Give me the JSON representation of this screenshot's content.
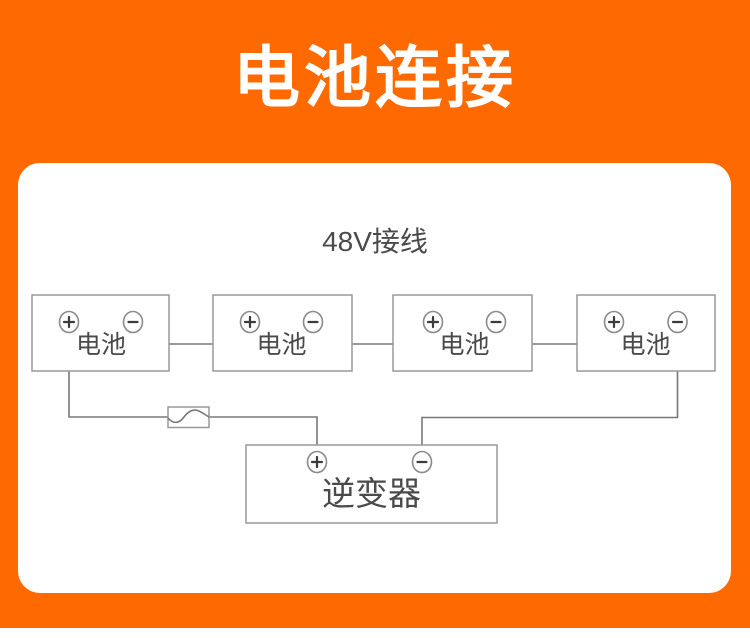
{
  "page": {
    "title": "电池连接",
    "colors": {
      "background": "#FF6A00",
      "title_text": "#FFFFFF",
      "card": "#FFFFFF",
      "wire": "#787878",
      "box_border": "#999999",
      "diagram_text": "#4A4A4A"
    }
  },
  "diagram": {
    "subtitle": "48V接线",
    "batteries": [
      {
        "label": "电池",
        "positive_icon": "plus-terminal-icon",
        "negative_icon": "minus-terminal-icon"
      },
      {
        "label": "电池",
        "positive_icon": "plus-terminal-icon",
        "negative_icon": "minus-terminal-icon"
      },
      {
        "label": "电池",
        "positive_icon": "plus-terminal-icon",
        "negative_icon": "minus-terminal-icon"
      },
      {
        "label": "电池",
        "positive_icon": "plus-terminal-icon",
        "negative_icon": "minus-terminal-icon"
      }
    ],
    "fuse_icon": "fuse-wave-icon",
    "inverter": {
      "label": "逆变器",
      "positive_icon": "plus-terminal-icon",
      "negative_icon": "minus-terminal-icon"
    }
  }
}
